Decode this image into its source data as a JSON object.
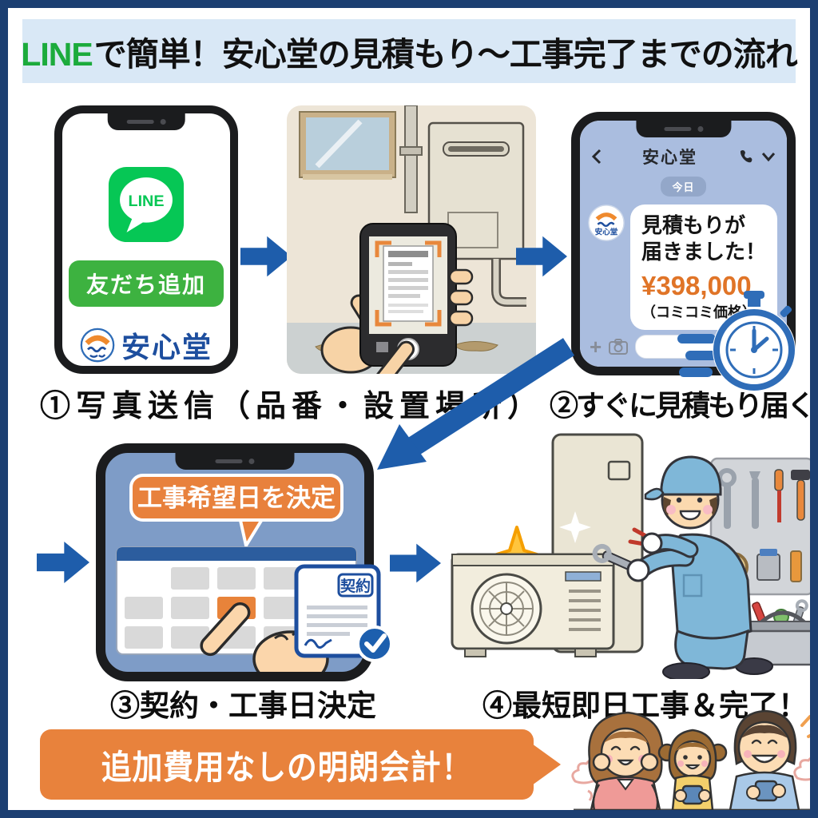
{
  "title": {
    "highlight": "LINE",
    "rest": "で簡単！安心堂の見積もり〜工事完了までの流れ"
  },
  "step1_phone": {
    "line_icon_text": "LINE",
    "add_friend_button": "友だち追加",
    "brand_name": "安心堂"
  },
  "chat_phone": {
    "header_title": "安心堂",
    "date_badge": "今日",
    "avatar_text": "安心堂",
    "message_line1": "見積もりが",
    "message_line2": "届きました！",
    "price": "¥398,000",
    "price_note": "（コミコミ価格）"
  },
  "calendar_phone": {
    "bubble_text": "工事希望日を決定",
    "contract_label": "契約"
  },
  "captions": {
    "step1": "①写真送信（品番・設置場所）",
    "step2": "②すぐに見積もり届く",
    "step3": "③契約・工事日決定",
    "step4": "④最短即日工事＆完了！"
  },
  "banner": {
    "text": "追加費用なしの明朗会計！"
  },
  "colors": {
    "line_green": "#06C755",
    "button_green": "#3DB240",
    "brand_blue": "#1D4E9E",
    "arrow_blue": "#1E5DAB",
    "accent_orange": "#E8823C",
    "price_orange": "#E07427",
    "title_bg": "#D9E8F6",
    "frame_border": "#1C3F72"
  }
}
